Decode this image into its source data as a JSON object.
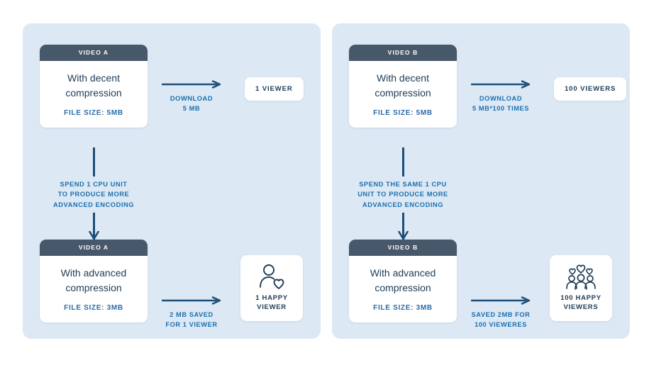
{
  "diagram": {
    "title": "Video compression CPU-vs-bandwidth tradeoff",
    "colors": {
      "page_background": "#ffffff",
      "panel_background": "#dce9f5",
      "card_header": "#47586a",
      "card_surface": "#ffffff",
      "heading_text": "#1d3c56",
      "accent_blue": "#1d6fae",
      "meta_blue": "#2a6ca8",
      "arrow_navy": "#1d4e78"
    }
  },
  "panels": [
    {
      "id": "panel-a",
      "top_card": {
        "header": "VIDEO A",
        "title": "With decent compression",
        "meta": "FILE SIZE: 5MB"
      },
      "top_arrow": {
        "label_line1": "DOWNLOAD",
        "label_line2": "5 MB",
        "icon": "arrow-right-icon"
      },
      "top_result": {
        "type": "pill",
        "text": "1 VIEWER"
      },
      "vertical_arrow": {
        "label_line1": "SPEND 1 CPU UNIT",
        "label_line2": "TO PRODUCE MORE",
        "label_line3": "ADVANCED ENCODING",
        "icon": "arrow-down-icon"
      },
      "bottom_card": {
        "header": "VIDEO A",
        "title": "With advanced compression",
        "meta": "FILE SIZE: 3MB"
      },
      "bottom_arrow": {
        "label_line1": "2 MB SAVED",
        "label_line2": "FOR 1 VIEWER",
        "icon": "arrow-right-icon"
      },
      "bottom_result": {
        "type": "icon-box",
        "icon": "person-heart-icon",
        "caption_line1": "1 HAPPY",
        "caption_line2": "VIEWER"
      }
    },
    {
      "id": "panel-b",
      "top_card": {
        "header": "VIDEO B",
        "title": "With decent compression",
        "meta": "FILE SIZE: 5MB"
      },
      "top_arrow": {
        "label_line1": "DOWNLOAD",
        "label_line2": "5 MB*100 TIMES",
        "icon": "arrow-right-icon"
      },
      "top_result": {
        "type": "pill",
        "text": "100 VIEWERS"
      },
      "vertical_arrow": {
        "label_line1": "SPEND THE SAME 1 CPU",
        "label_line2": "UNIT TO PRODUCE MORE",
        "label_line3": "ADVANCED ENCODING",
        "icon": "arrow-down-icon"
      },
      "bottom_card": {
        "header": "VIDEO B",
        "title": "With advanced compression",
        "meta": "FILE SIZE: 3MB"
      },
      "bottom_arrow": {
        "label_line1": "SAVED 2MB FOR",
        "label_line2": "100 VIEWERES",
        "icon": "arrow-right-icon"
      },
      "bottom_result": {
        "type": "icon-box",
        "icon": "people-group-hearts-icon",
        "caption_line1": "100 HAPPY",
        "caption_line2": "VIEWERS"
      }
    }
  ]
}
